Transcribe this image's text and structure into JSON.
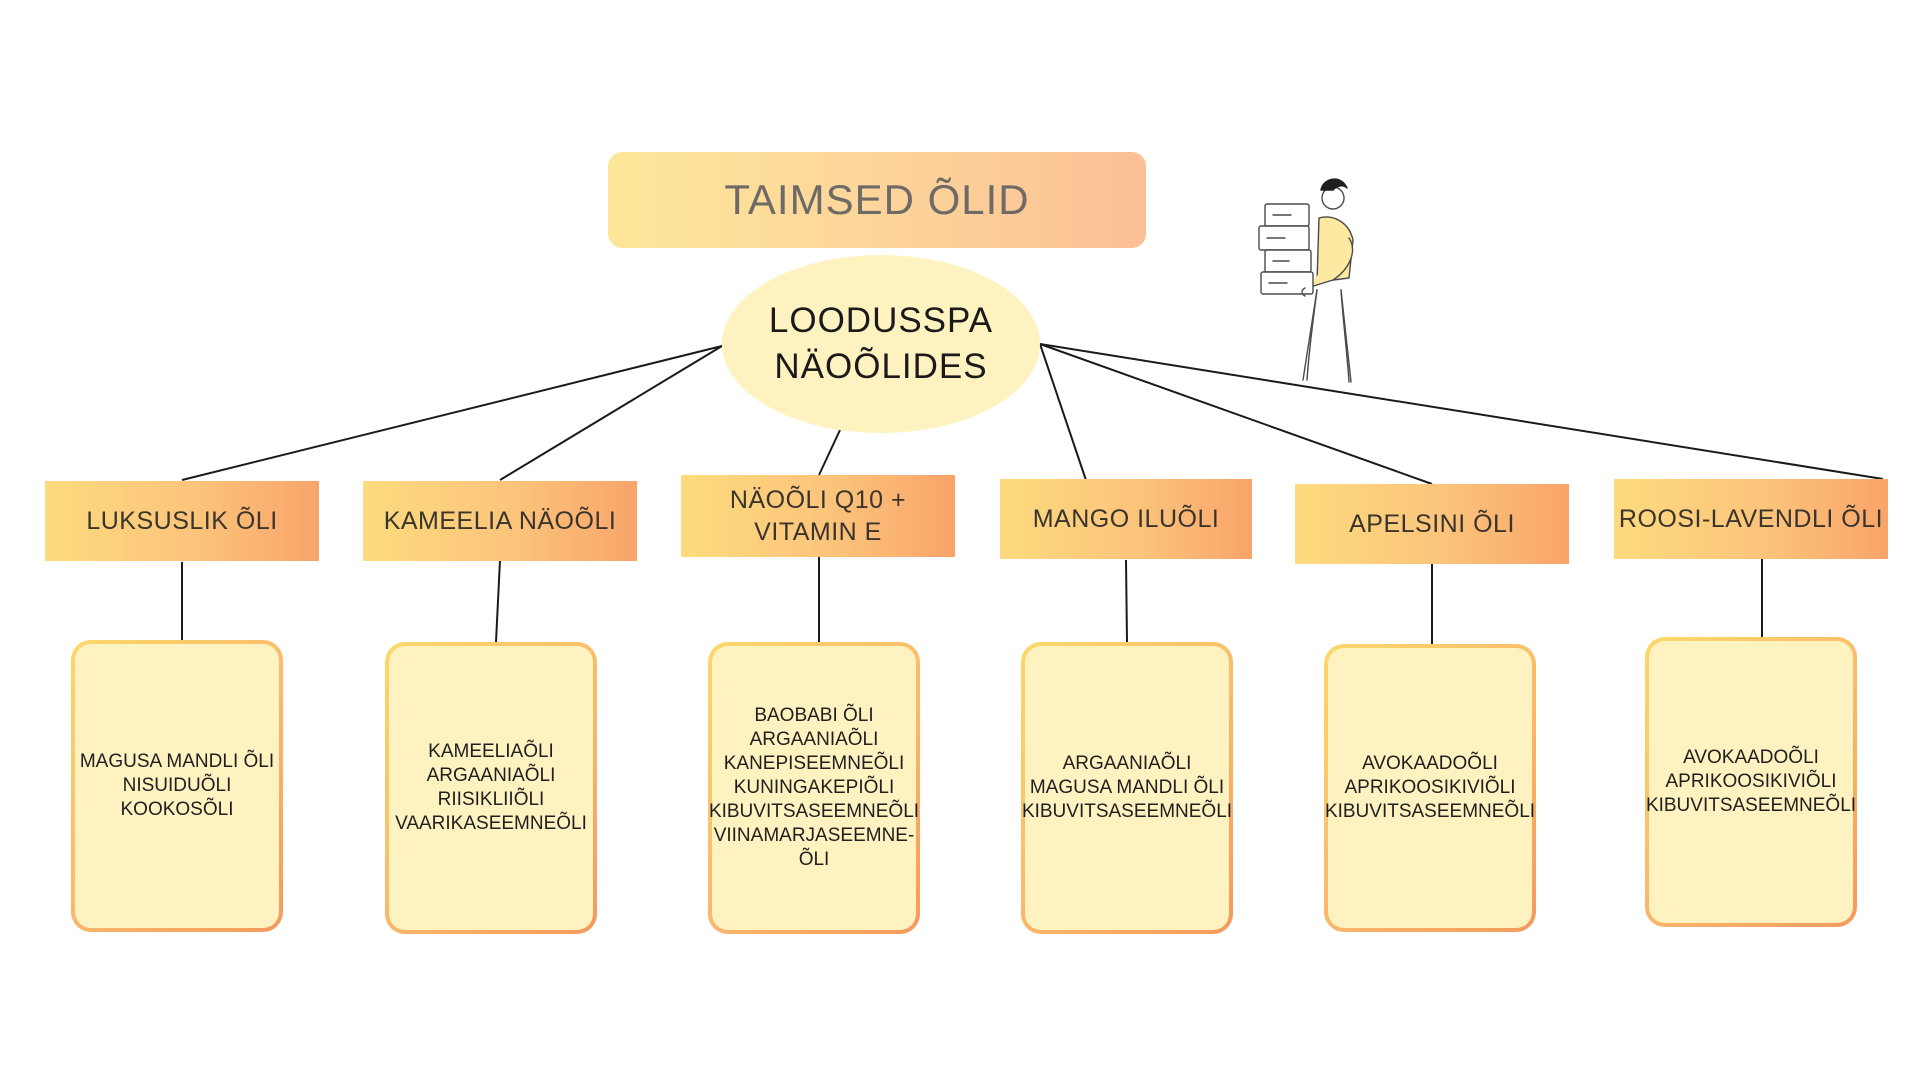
{
  "banner": {
    "title": "TAIMSED ÕLID"
  },
  "hub": {
    "line1": "LOODUSSPA",
    "line2": "NÄOÕLIDES"
  },
  "categories": [
    {
      "label": "LUKSUSLIK ÕLI",
      "items": [
        "MAGUSA MANDLI ÕLI",
        "NISUIDUÕLI",
        "KOOKOSÕLI"
      ]
    },
    {
      "label": "KAMEELIA NÄOÕLI",
      "items": [
        "KAMEELIAÕLI",
        "ARGAANIAÕLI",
        "RIISIKLIIÕLI",
        "VAARIKASEEMNEÕLI"
      ]
    },
    {
      "label": "NÄOÕLI Q10 + VITAMIN E",
      "items": [
        "BAOBABI ÕLI",
        "ARGAANIAÕLI",
        "KANEPISEEMNEÕLI",
        "KUNINGAKEPIÕLI",
        "KIBUVITSASEEMNEÕLI",
        "VIINAMARJASEEMNE-",
        "ÕLI"
      ]
    },
    {
      "label": "MANGO ILUÕLI",
      "items": [
        "ARGAANIAÕLI",
        "MAGUSA MANDLI ÕLI",
        "KIBUVITSASEEMNEÕLI"
      ]
    },
    {
      "label": "APELSINI ÕLI",
      "items": [
        "AVOKAADOÕLI",
        "APRIKOOSIKIVIÕLI",
        "KIBUVITSASEEMNEÕLI"
      ]
    },
    {
      "label": "ROOSI-LAVENDLI ÕLI",
      "items": [
        "AVOKAADOÕLI",
        "APRIKOOSIKIVIÕLI",
        "KIBUVITSASEEMNEÕLI"
      ]
    }
  ],
  "illustration": {
    "icon": "person-carrying-boxes-icon"
  },
  "colors": {
    "connector": "#1a1a1a",
    "hub_fill": "#fef3c0",
    "card_fill": "#fef2c0",
    "card_border": "#f7b363",
    "category_fill_start": "#fddb7e",
    "category_fill_end": "#f9a46a"
  }
}
